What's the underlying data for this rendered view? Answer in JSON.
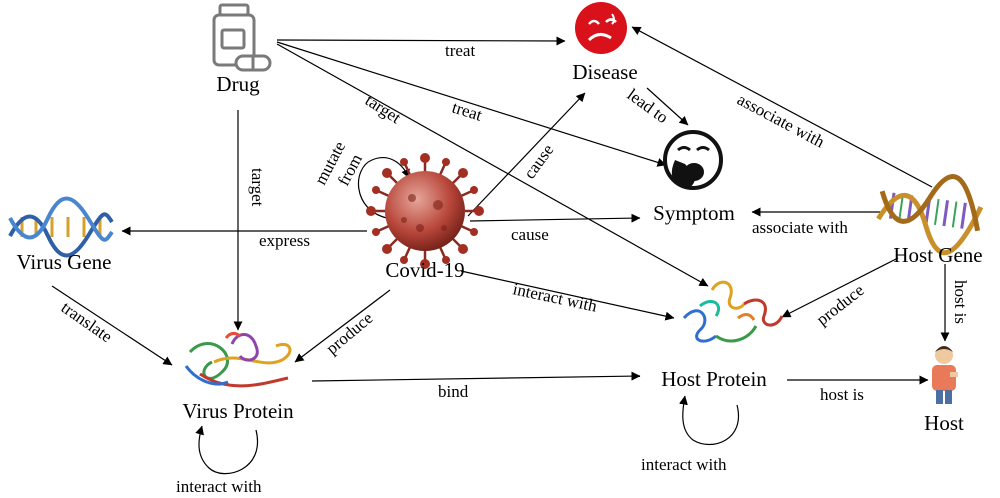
{
  "nodes": {
    "drug": "Drug",
    "disease": "Disease",
    "symptom": "Symptom",
    "covid": "Covid-19",
    "virus_gene": "Virus Gene",
    "virus_protein": "Virus Protein",
    "host_protein": "Host Protein",
    "host_gene": "Host Gene",
    "host": "Host"
  },
  "edges": {
    "drug_disease": "treat",
    "drug_symptom": "treat",
    "drug_host_protein": "target",
    "drug_virus_protein": "target",
    "covid_mutate_1": "mutate",
    "covid_mutate_2": "from",
    "disease_symptom": "lead to",
    "covid_disease": "cause",
    "covid_symptom": "cause",
    "covid_virus_gene": "express",
    "covid_host_protein": "interact with",
    "covid_virus_protein": "produce",
    "virus_gene_protein": "translate",
    "virus_host_bind": "bind",
    "virus_protein_self": "interact with",
    "host_protein_self": "interact with",
    "host_gene_disease": "associate with",
    "host_gene_symptom": "associate with",
    "host_gene_protein": "produce",
    "host_gene_host": "host is",
    "host_protein_host": "host is"
  },
  "icons": [
    "pill-bottle-icon",
    "sad-face-icon",
    "yawning-face-icon",
    "coronavirus-icon",
    "dna-helix-icon",
    "protein-ribbon-icon",
    "person-icon"
  ],
  "colors": {
    "disease_red": "#d8111a",
    "virus_red": "#b03a2e",
    "dna_blue": "#2e5fa8",
    "dna_gold": "#d6a02c"
  }
}
